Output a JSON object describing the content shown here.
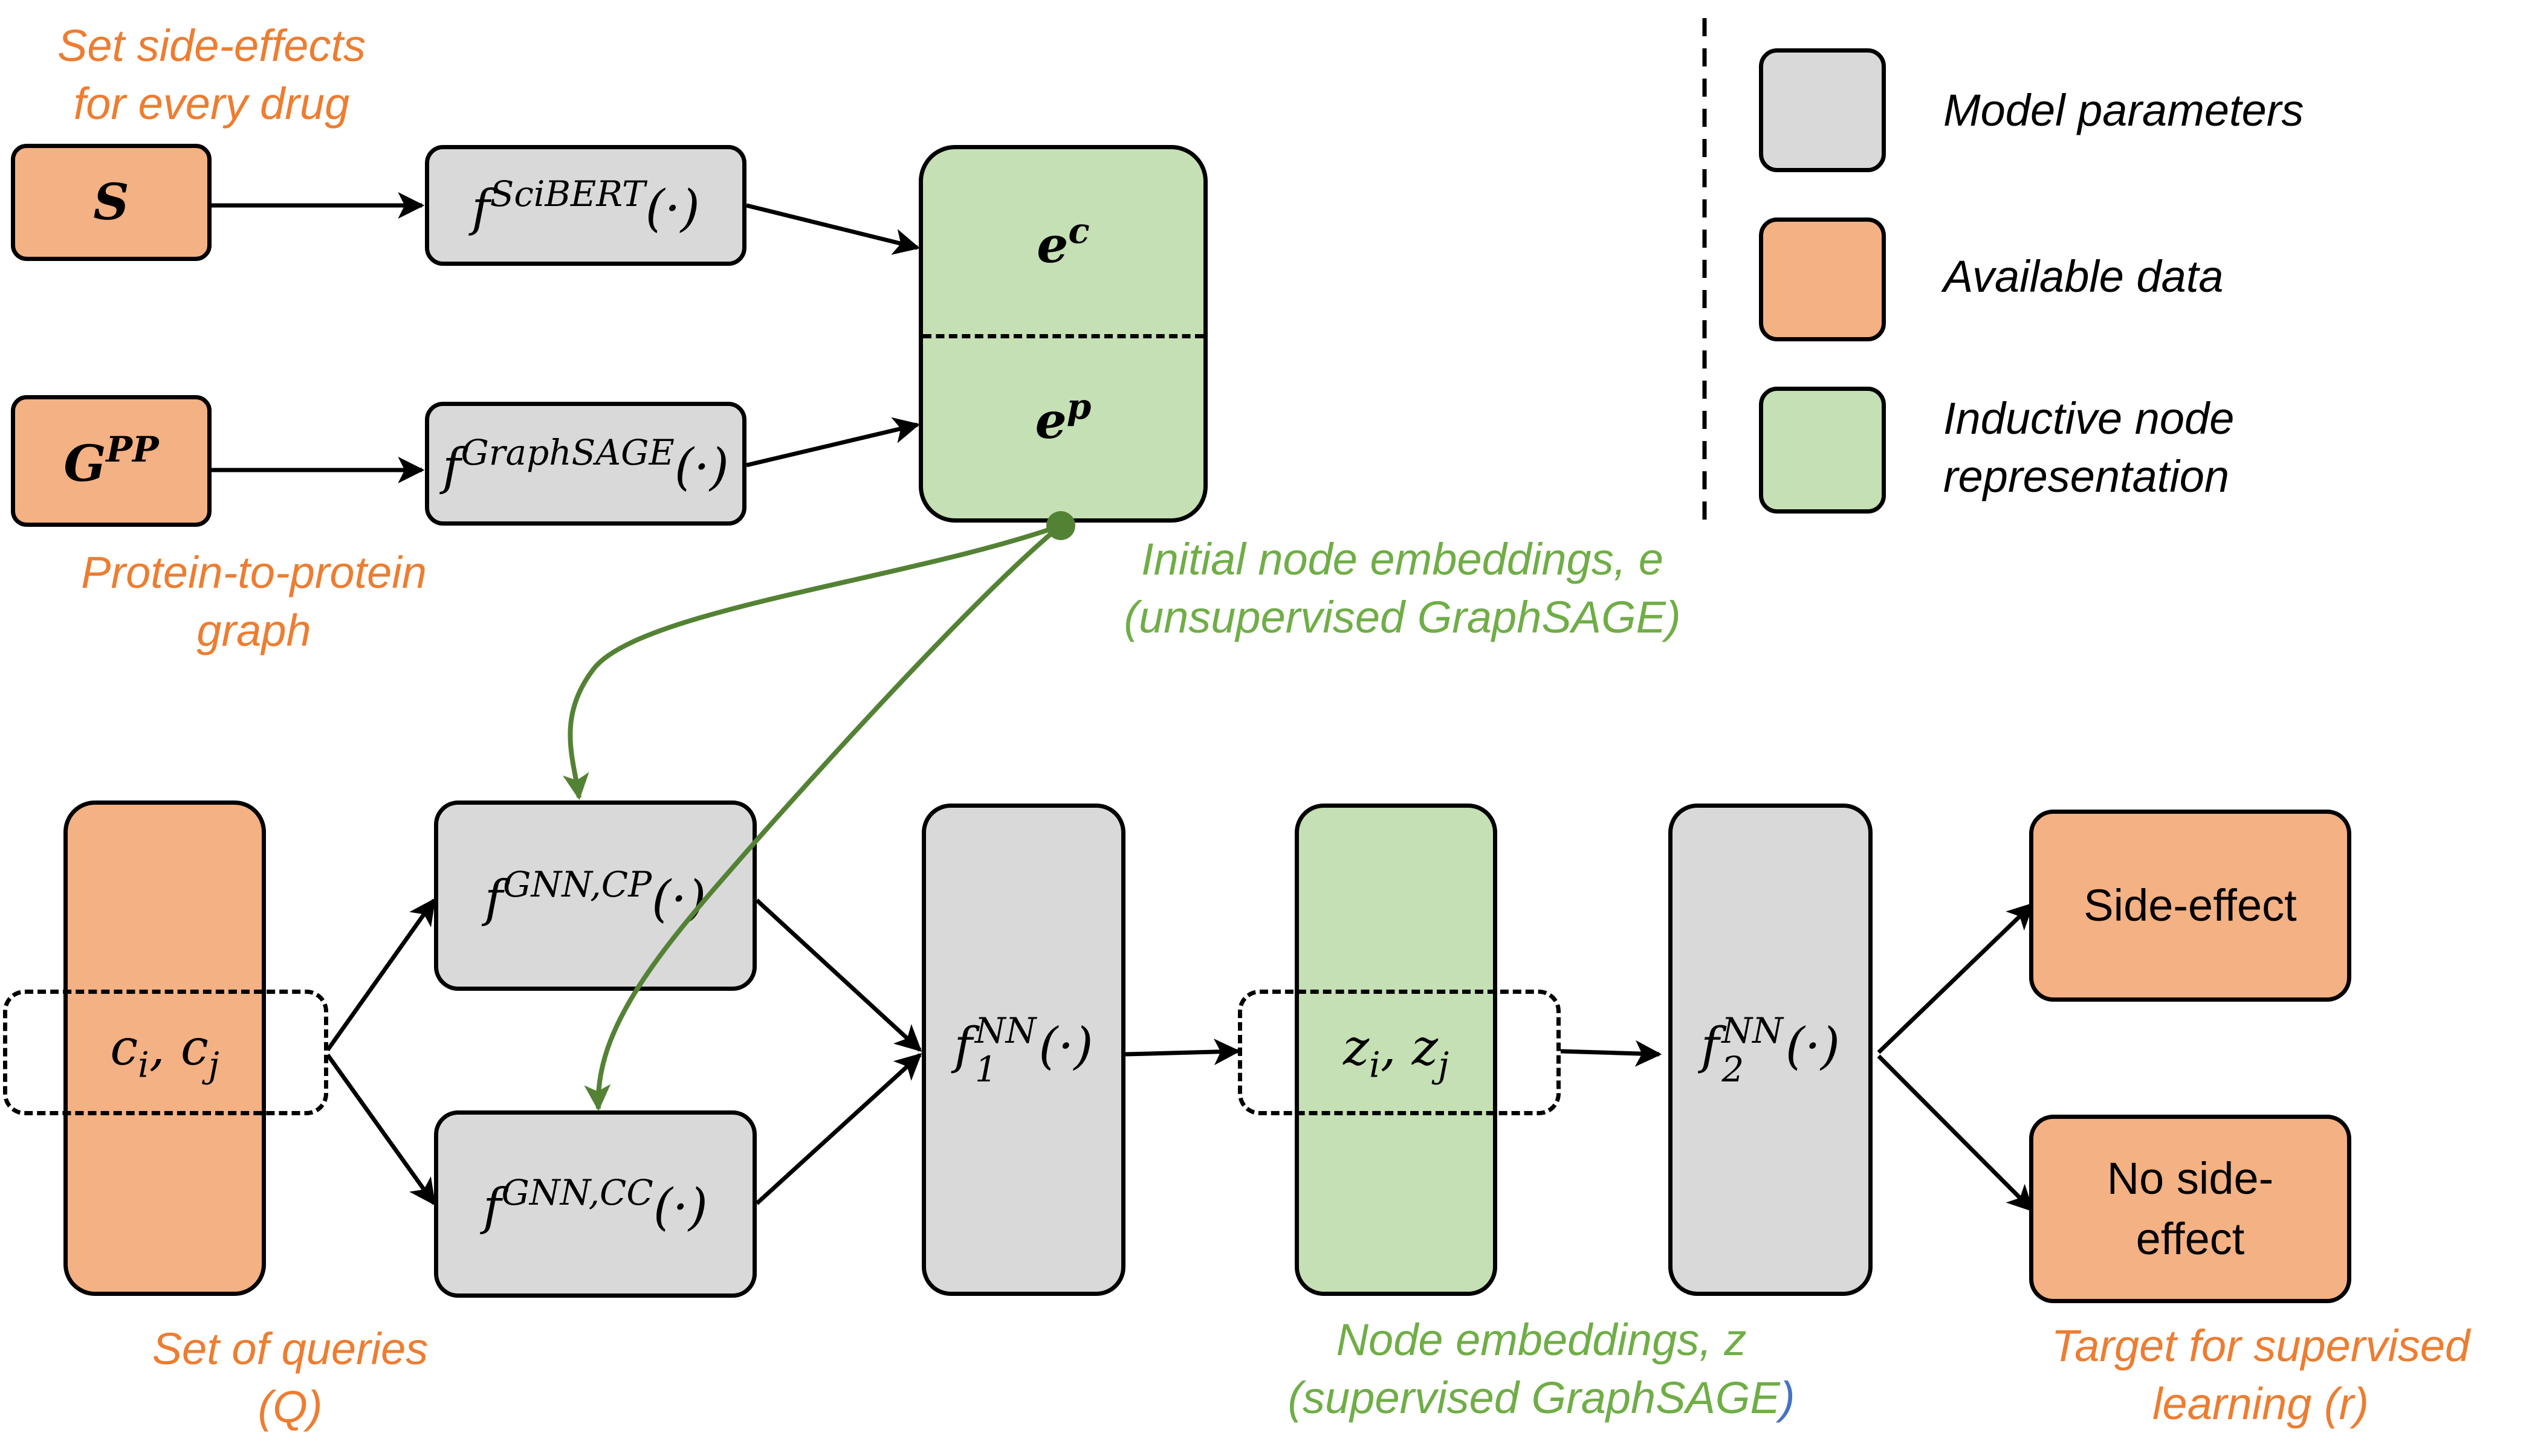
{
  "inputs": {
    "s_caption_line1": "Set side-effects",
    "s_caption_line2": "for every drug",
    "s_label": "S",
    "gpp_label_base": "G",
    "gpp_label_sup": "PP",
    "gpp_caption_line1": "Protein-to-protein",
    "gpp_caption_line2": "graph"
  },
  "encoders": {
    "scibert_base": "f",
    "scibert_sup": "SciBERT",
    "graphsage_base": "f",
    "graphsage_sup": "GraphSAGE",
    "arg": "(·)"
  },
  "initial_embeddings": {
    "ec_base": "e",
    "ec_sup": "c",
    "ep_base": "e",
    "ep_sup": "p",
    "caption_line1": "Initial node embeddings, e",
    "caption_line2": "(unsupervised GraphSAGE)"
  },
  "queries": {
    "pair_label": "c_i, c_j",
    "c": "c",
    "i": "i",
    "j": "j",
    "comma": ",",
    "caption_line1": "Set of queries",
    "caption_line2": "(Q)"
  },
  "gnn": {
    "cp_base": "f",
    "cp_sup": "GNN,CP",
    "cc_base": "f",
    "cc_sup": "GNN,CC",
    "arg": "(·)"
  },
  "nn1": {
    "base": "f",
    "sub": "1",
    "sup": "NN",
    "arg": "(·)"
  },
  "node_embeddings": {
    "z": "z",
    "i": "i",
    "j": "j",
    "comma": ",",
    "caption_line1": "Node embeddings, z",
    "caption_line2_text": "(supervised GraphSAGE",
    "caption_line2_paren": ")"
  },
  "nn2": {
    "base": "f",
    "sub": "2",
    "sup": "NN",
    "arg": "(·)"
  },
  "outputs": {
    "side_effect": "Side-effect",
    "no_side_effect_line1": "No side-",
    "no_side_effect_line2": "effect",
    "caption_line1": "Target for supervised",
    "caption_line2": "learning (r)"
  },
  "legend": {
    "items": [
      {
        "label_line1": "Model parameters",
        "label_line2": "",
        "color": "#d9d9d9"
      },
      {
        "label_line1": "Available data",
        "label_line2": "",
        "color": "#f4b183"
      },
      {
        "label_line1": "Inductive node",
        "label_line2": "representation",
        "color": "#c5e0b4"
      }
    ]
  },
  "colors": {
    "orange_text": "#ed7d31",
    "green_text": "#70ad47",
    "green_arrow": "#548235",
    "blue_paren": "#4472c4",
    "gray_fill": "#d9d9d9",
    "orange_fill": "#f4b183",
    "green_fill": "#c5e0b4"
  }
}
